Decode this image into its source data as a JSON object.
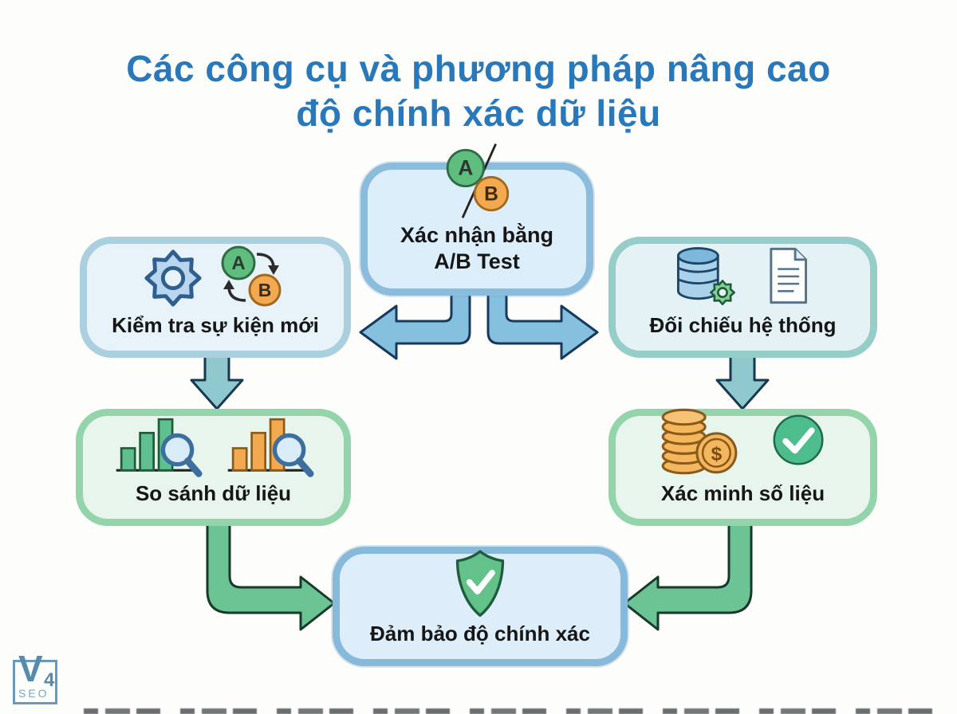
{
  "title": {
    "line1": "Các công cụ và phương pháp nâng cao",
    "line2": "độ chính xác dữ liệu"
  },
  "nodes": {
    "ab_test": {
      "line1": "Xác nhận bằng",
      "line2": "A/B Test"
    },
    "check_events": {
      "label": "Kiểm tra sự kiện mới"
    },
    "cross_check": {
      "label": "Đối chiếu hệ thống"
    },
    "compare_data": {
      "label": "So sánh dữ liệu"
    },
    "verify_numbers": {
      "label": "Xác minh số liệu"
    },
    "ensure_accuracy": {
      "label": "Đảm bảo độ chính xác"
    }
  },
  "icons": {
    "letter_a": "A",
    "letter_b": "B",
    "dollar": "$"
  },
  "logo": {
    "letter": "V",
    "number": "4",
    "word": "SEO"
  },
  "colors": {
    "title_blue": "#2878ba",
    "blue_box_fill": "#ddeefb",
    "blue_box_border": "#8cbcdc",
    "teal_box_border": "#95cdc9",
    "green_box_fill": "#e7f5ec",
    "green_box_border": "#93d4ab",
    "arrow_blue": "#85c1de",
    "arrow_teal": "#8fc9ce",
    "arrow_green": "#6cc393",
    "icon_green": "#5fbd7e",
    "icon_orange": "#f2a950",
    "shield_green": "#63c289"
  }
}
